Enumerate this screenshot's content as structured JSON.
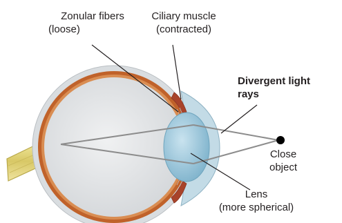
{
  "labels": {
    "zonular_fibers": [
      "Zonular fibers",
      "(loose)"
    ],
    "ciliary_muscle": [
      "Ciliary muscle",
      "(contracted)"
    ],
    "divergent_rays": [
      "Divergent light",
      "rays"
    ],
    "close_object": [
      "Close",
      "object"
    ],
    "lens": [
      "Lens",
      "(more spherical)"
    ]
  },
  "colors": {
    "sclera": "#d9dde0",
    "choroid": "#c0622a",
    "vitreous": "#e4e6e8",
    "lens": "#9cc6da",
    "cornea": "#c3dbe6",
    "optic_nerve": "#e8dc8a",
    "rays": "#8c8c8c",
    "leader": "#231f20",
    "object": "#000000"
  }
}
